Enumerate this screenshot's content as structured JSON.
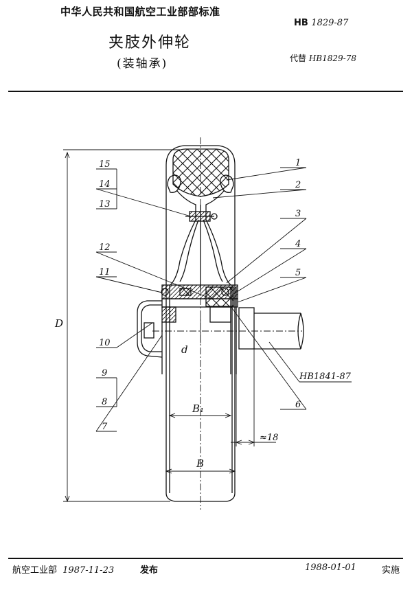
{
  "header": {
    "organization": "中华人民共和国航空工业部部标准",
    "title_line1": "夹肢外伸轮",
    "title_line2": "(装轴承)",
    "standard_prefix": "HB",
    "standard_number": "1829-87",
    "replaces_prefix": "代替",
    "replaces_number": "HB1829-78"
  },
  "drawing": {
    "part_labels": [
      "1",
      "2",
      "3",
      "4",
      "5",
      "6",
      "7",
      "8",
      "9",
      "10",
      "11",
      "12",
      "13",
      "14",
      "15"
    ],
    "dim_D": "D",
    "dim_d": "d",
    "dim_B1": "B₁",
    "dim_B": "B",
    "dim_18": "≈18",
    "reference_standard": "HB1841-87"
  },
  "footer": {
    "issuer": "航空工业部",
    "issue_date": "1987-11-23",
    "issue_word": "发布",
    "effective_date": "1988-01-01",
    "effective_word": "实施"
  }
}
